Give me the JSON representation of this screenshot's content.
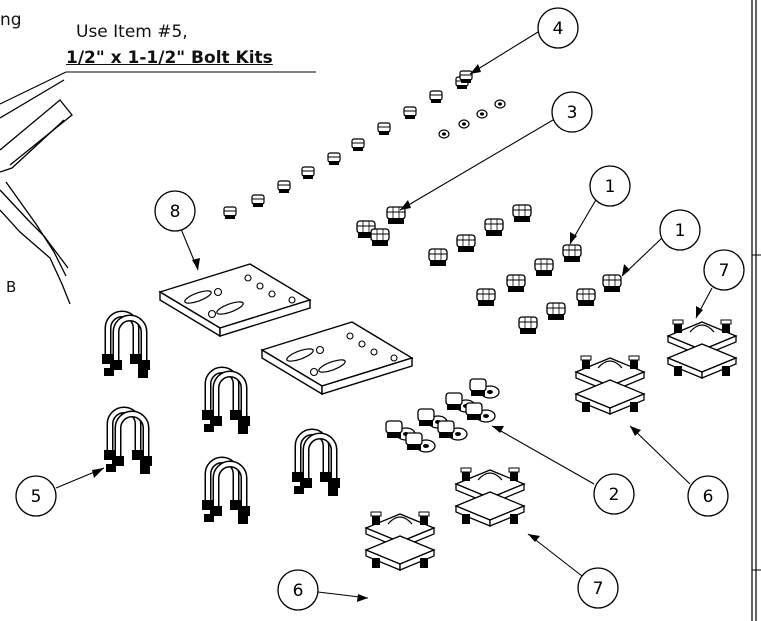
{
  "note": {
    "line1": "Use Item #5,",
    "line2": "1/2\" x 1-1/2\" Bolt Kits"
  },
  "fragments": {
    "top_left": "ng",
    "view_label": "B"
  },
  "callouts": [
    {
      "id": "c4",
      "label": "4"
    },
    {
      "id": "c3",
      "label": "3"
    },
    {
      "id": "c8",
      "label": "8"
    },
    {
      "id": "c1a",
      "label": "1"
    },
    {
      "id": "c1b",
      "label": "1"
    },
    {
      "id": "c7a",
      "label": "7"
    },
    {
      "id": "c5",
      "label": "5"
    },
    {
      "id": "c2",
      "label": "2"
    },
    {
      "id": "c6a",
      "label": "6"
    },
    {
      "id": "c6b",
      "label": "6"
    },
    {
      "id": "c7b",
      "label": "7"
    }
  ],
  "parts": [
    {
      "item": "1",
      "name": "bolt-nut-assembly"
    },
    {
      "item": "2",
      "name": "bolt-with-washer"
    },
    {
      "item": "3",
      "name": "hex-bolt"
    },
    {
      "item": "4",
      "name": "bolt-with-lock-washer"
    },
    {
      "item": "5",
      "name": "u-bolt-assembly"
    },
    {
      "item": "6",
      "name": "pipe-clamp-assembly"
    },
    {
      "item": "7",
      "name": "pipe-clamp-assembly"
    },
    {
      "item": "8",
      "name": "mounting-plate"
    }
  ]
}
